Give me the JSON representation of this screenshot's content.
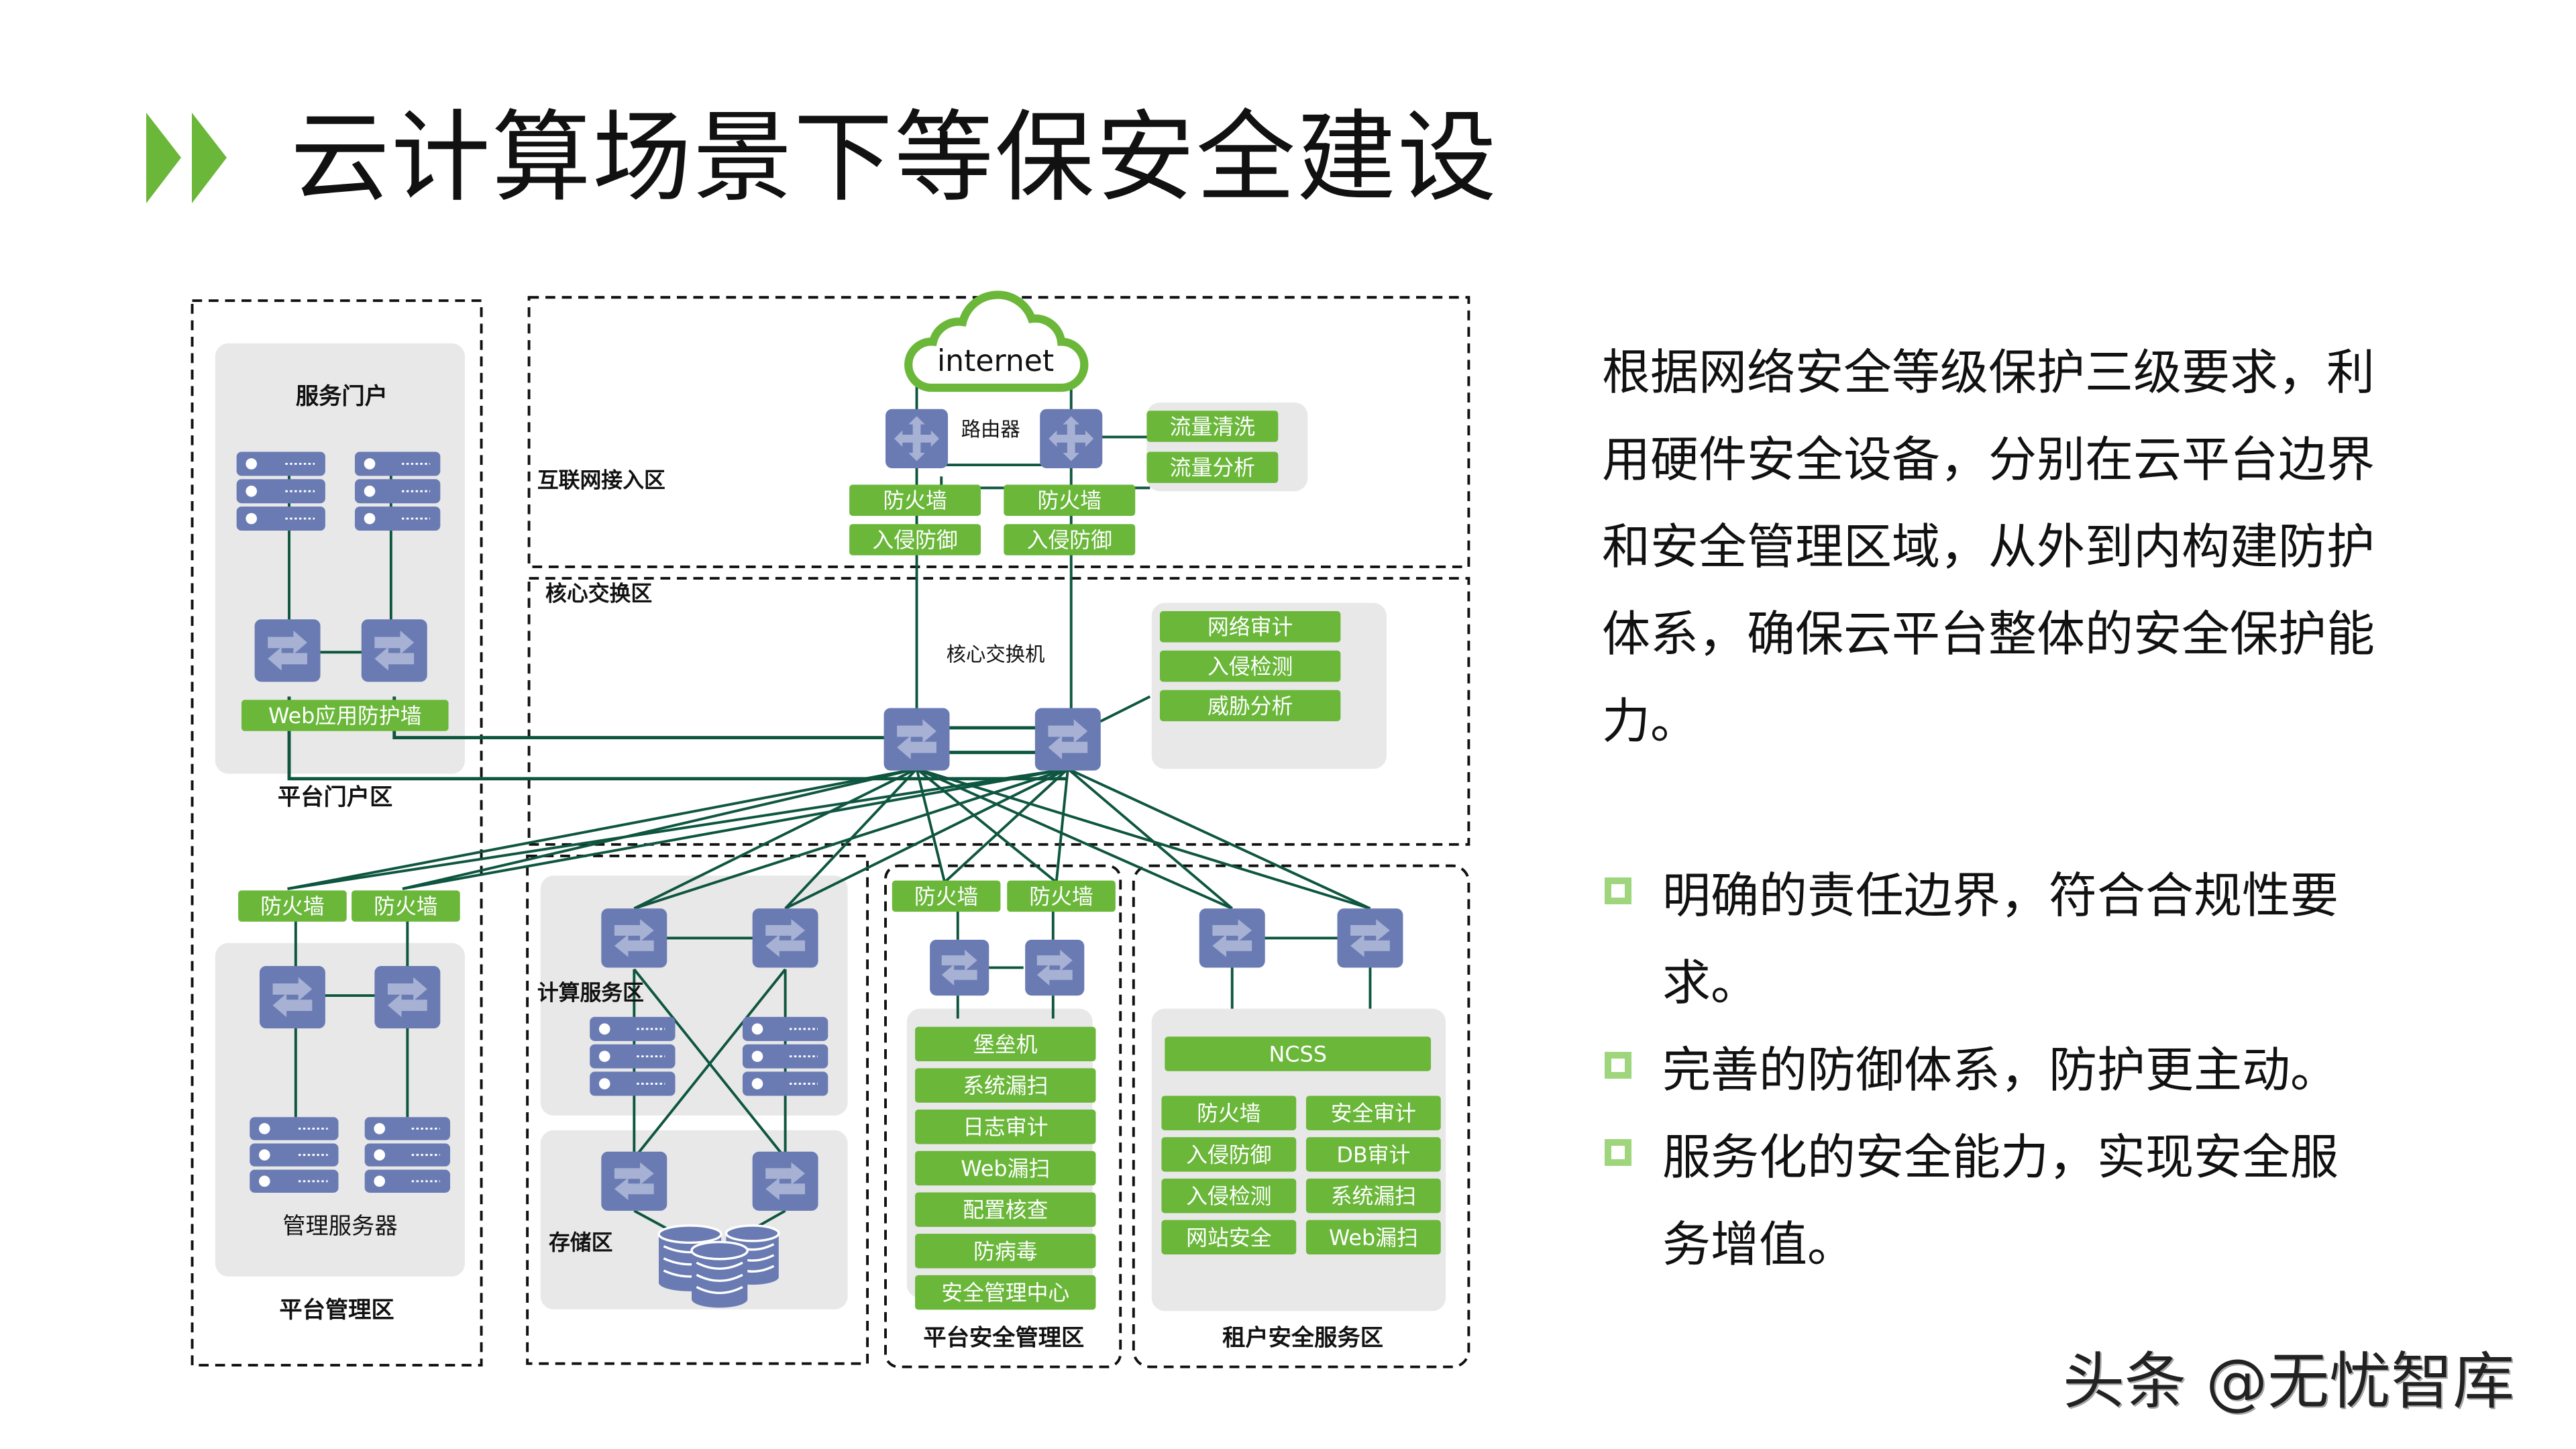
{
  "slide": {
    "title": "云计算场景下等保安全建设",
    "accent_color": "#6ab73a",
    "paragraph_lines": [
      "根据网络安全等级保护三级要求，利",
      "用硬件安全设备，分别在云平台边界",
      "和安全管理区域，从外到内构建防护",
      "体系，确保云平台整体的安全保护能",
      "力。"
    ],
    "bullets": [
      {
        "lines": [
          "明确的责任边界，符合合规性要",
          "求。"
        ]
      },
      {
        "lines": [
          "完善的防御体系，防护更主动。"
        ]
      },
      {
        "lines": [
          "服务化的安全能力，实现安全服",
          "务增值。"
        ]
      }
    ],
    "watermark": "头条 @无忧智库"
  },
  "diagram": {
    "colors": {
      "device": "#6a7bb3",
      "device_glyph": "#a6b1d4",
      "green": "#6ab73a",
      "panel": "#e8e8e8",
      "link": "#0e5640",
      "dash": "#111111"
    },
    "internet": {
      "label": "internet",
      "icon": "cloud-icon"
    },
    "internet_zone": {
      "label": "互联网接入区",
      "router_label": "路由器",
      "traffic_services": [
        "流量清洗",
        "流量分析"
      ],
      "left_stack": [
        "防火墙",
        "入侵防御"
      ],
      "right_stack": [
        "防火墙",
        "入侵防御"
      ]
    },
    "core_zone": {
      "label": "核心交换区",
      "switch_label": "核心交换机",
      "services": [
        "网络审计",
        "入侵检测",
        "威胁分析"
      ]
    },
    "portal_zone": {
      "label": "平台门户区",
      "panel_title": "服务门户",
      "waf": "Web应用防护墙"
    },
    "mgmt_zone": {
      "label": "平台管理区",
      "firewalls": [
        "防火墙",
        "防火墙"
      ],
      "servers_label": "管理服务器"
    },
    "compute_zone": {
      "compute_label": "计算服务区",
      "storage_label": "存储区"
    },
    "sec_mgmt_zone": {
      "label": "平台安全管理区",
      "firewalls": [
        "防火墙",
        "防火墙"
      ],
      "services": [
        "堡垒机",
        "系统漏扫",
        "日志审计",
        "Web漏扫",
        "配置核查",
        "防病毒",
        "安全管理中心"
      ]
    },
    "tenant_zone": {
      "label": "租户安全服务区",
      "header": "NCSS",
      "services_left": [
        "防火墙",
        "入侵防御",
        "入侵检测",
        "网站安全"
      ],
      "services_right": [
        "安全审计",
        "DB审计",
        "系统漏扫",
        "Web漏扫"
      ]
    }
  }
}
